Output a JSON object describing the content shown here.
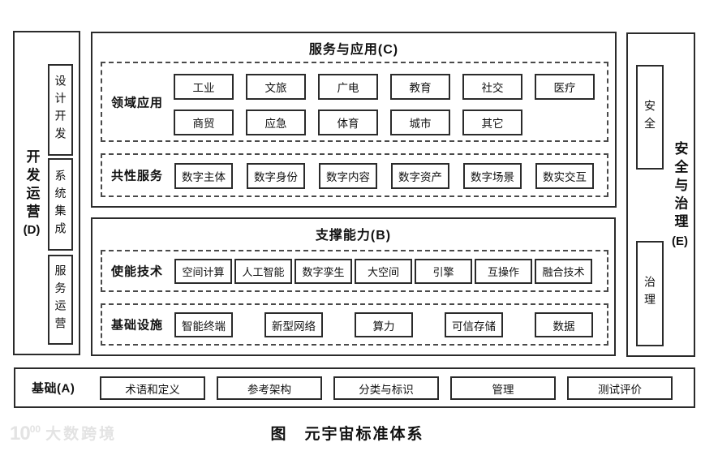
{
  "caption": "图　元宇宙标准体系",
  "palette": {
    "border": "#2b2b2b",
    "dashed_border": "#4a4a4a",
    "text": "#111111",
    "background": "#ffffff",
    "watermark": "#e3e3e3"
  },
  "left_bar": {
    "label_vertical": "开发运营",
    "label_suffix": "(D)",
    "items": [
      "设计开发",
      "系统集成",
      "服务运营"
    ]
  },
  "right_bar": {
    "label_vertical": "安全与治理",
    "label_suffix": "(E)",
    "items": [
      "安全",
      "治理"
    ]
  },
  "service_section": {
    "title": "服务与应用(C)",
    "groups": [
      {
        "label": "领域应用",
        "rows": [
          [
            "工业",
            "文旅",
            "广电",
            "教育",
            "社交",
            "医疗"
          ],
          [
            "商贸",
            "应急",
            "体育",
            "城市",
            "其它"
          ]
        ]
      },
      {
        "label": "共性服务",
        "rows": [
          [
            "数字主体",
            "数字身份",
            "数字内容",
            "数字资产",
            "数字场景",
            "数实交互"
          ]
        ]
      }
    ]
  },
  "support_section": {
    "title": "支撑能力(B)",
    "groups": [
      {
        "label": "使能技术",
        "rows": [
          [
            "空间计算",
            "人工智能",
            "数字孪生",
            "大空间",
            "引擎",
            "互操作",
            "融合技术"
          ]
        ]
      },
      {
        "label": "基础设施",
        "rows": [
          [
            "智能终端",
            "新型网络",
            "算力",
            "可信存储",
            "数据"
          ]
        ]
      }
    ]
  },
  "foundation_section": {
    "label": "基础(A)",
    "items": [
      "术语和定义",
      "参考架构",
      "分类与标识",
      "管理",
      "测试评价"
    ]
  },
  "watermark": {
    "logo": "10",
    "logo_sup": "00",
    "name": "大数跨境"
  }
}
